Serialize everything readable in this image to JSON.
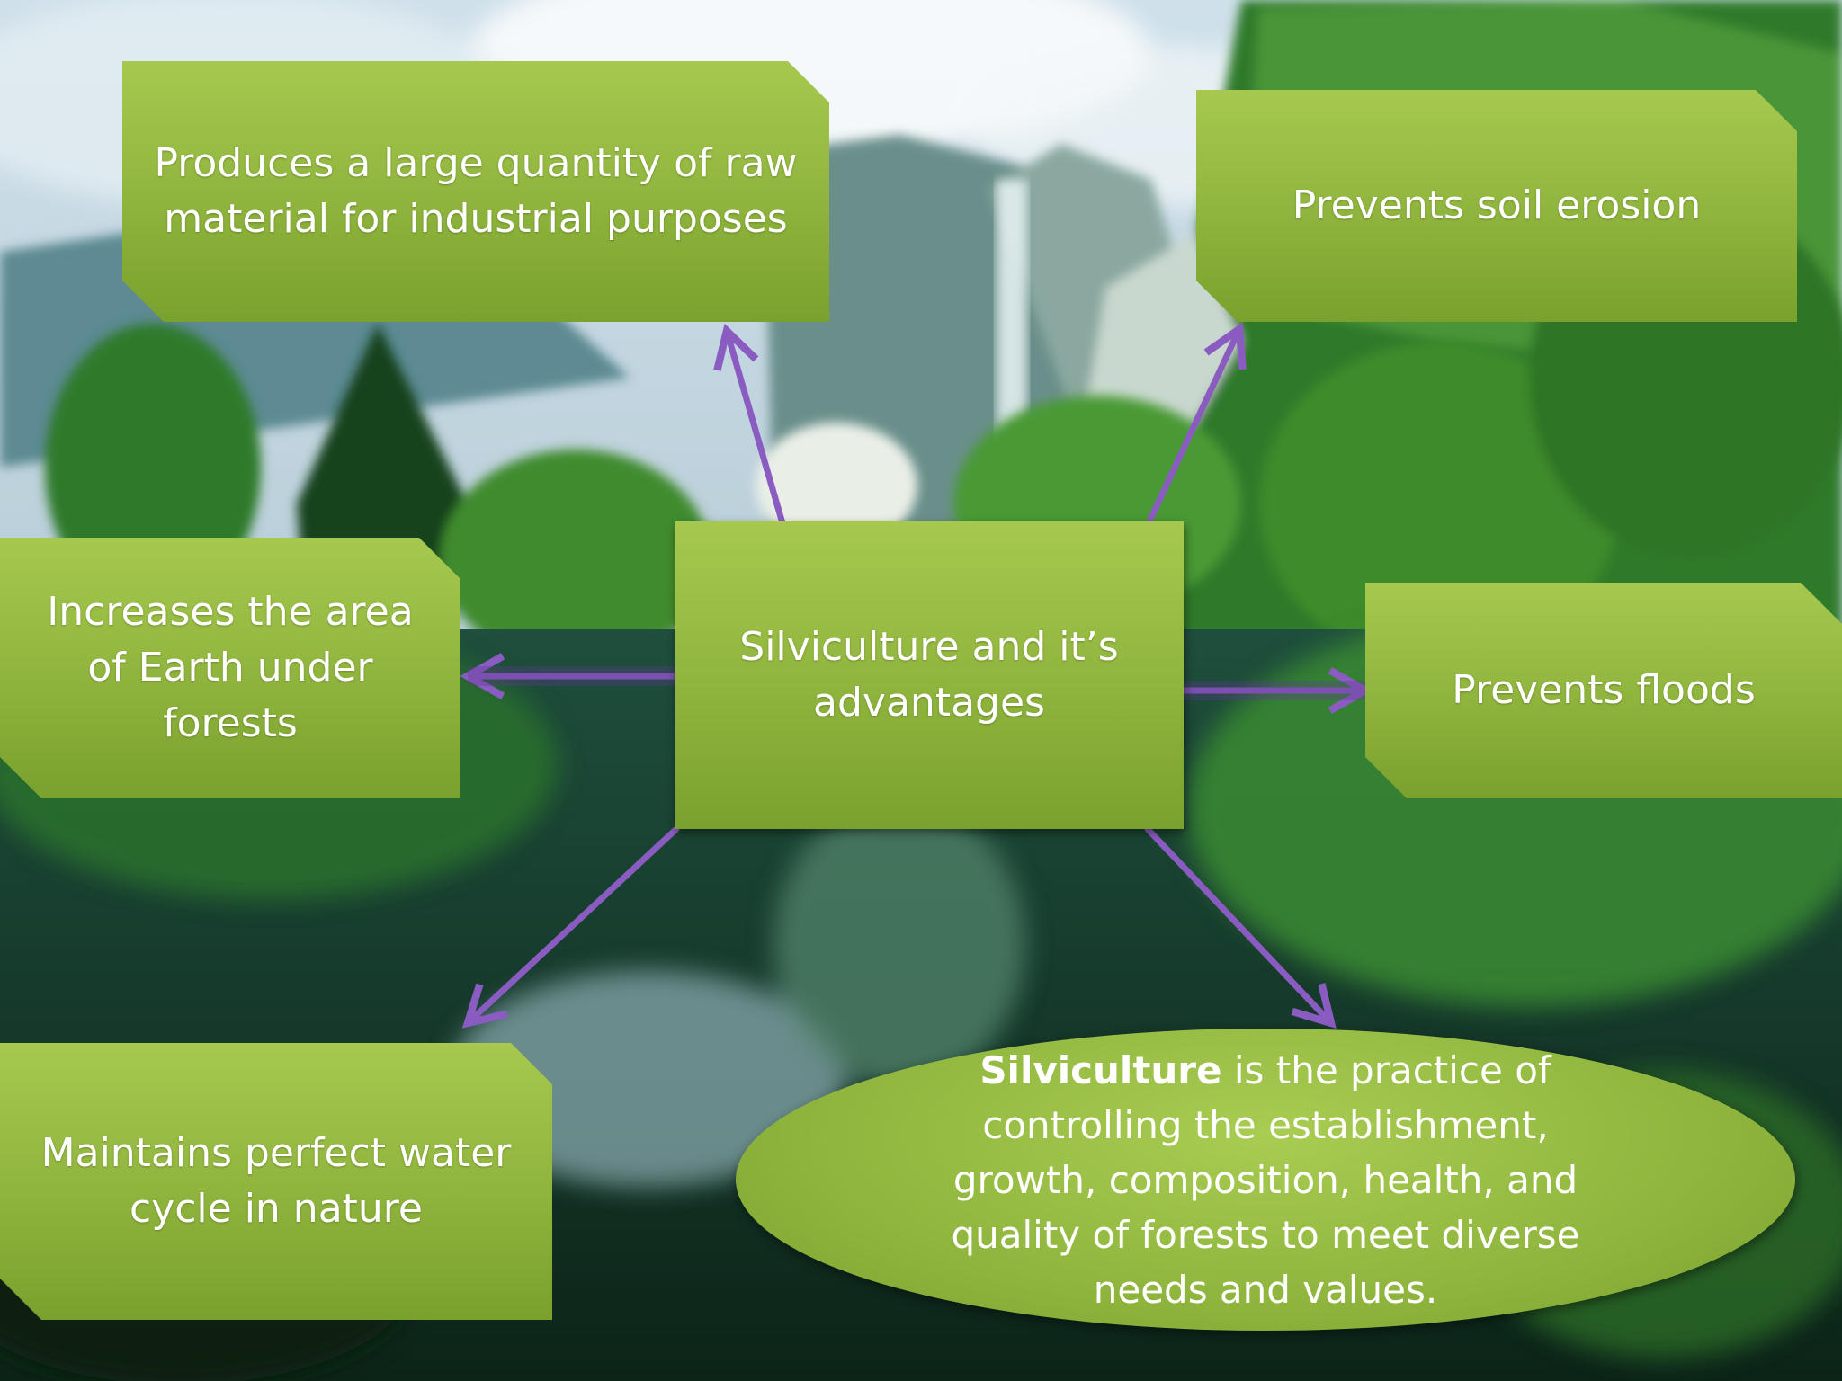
{
  "center": {
    "label": "Silviculture and it’s advantages"
  },
  "advantages": {
    "raw_material": "Produces a large quantity of raw material for industrial purposes",
    "soil_erosion": "Prevents soil erosion",
    "forest_area": "Increases the area of Earth under forests",
    "floods": "Prevents floods",
    "water_cycle": "Maintains perfect water cycle in nature"
  },
  "definition": {
    "term": "Silviculture",
    "text": " is the practice of controlling the establishment, growth, composition, health, and quality of forests to meet diverse needs and values."
  },
  "colors": {
    "box_green": "#8fb43d",
    "arrow_purple": "#8a5cc2",
    "sky": "#d9e7ef",
    "forest": "#1f5a22"
  }
}
